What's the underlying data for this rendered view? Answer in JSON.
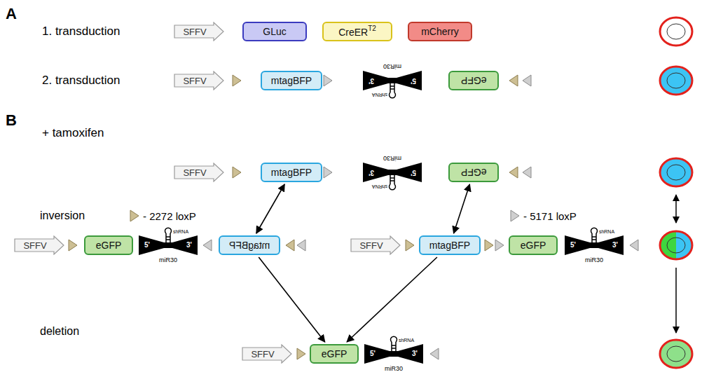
{
  "diagram": {
    "nodes": [
      {
        "text": [
          "SFFV"
        ]
      },
      {
        "text": [
          "GLuc"
        ]
      },
      {
        "text": [
          "CreER",
          "T2"
        ]
      },
      {
        "text": [
          "mCherry"
        ]
      },
      {
        "text": [
          "SFFV"
        ]
      },
      {
        "text": [
          "mtagBFP"
        ]
      },
      {
        "text": [
          "eGFP"
        ]
      },
      {
        "text": [
          "SFFV"
        ]
      },
      {
        "text": [
          "mtagBFP"
        ]
      },
      {
        "text": [
          "eGFP"
        ]
      },
      {
        "text": [
          "SFFV"
        ]
      },
      {
        "text": [
          "eGFP"
        ]
      },
      {
        "text": [
          "mtagBFP"
        ]
      },
      {
        "text": [
          "SFFV"
        ]
      },
      {
        "text": [
          "mtagBFP"
        ]
      },
      {
        "text": [
          "eGFP"
        ]
      },
      {
        "text": [
          "SFFV"
        ]
      },
      {
        "text": [
          "eGFP"
        ]
      }
    ],
    "edges": [
      {
        "from": 8,
        "to": 12,
        "arrow": "both"
      },
      {
        "from": 9,
        "to": 14,
        "arrow": "both"
      },
      {
        "from": 12,
        "to": 17,
        "arrow": "to"
      },
      {
        "from": 14,
        "to": 17,
        "arrow": "to"
      }
    ],
    "labels": [
      "A",
      "1. transduction",
      "2. transduction",
      "B",
      "+ tamoxifen",
      "inversion",
      "- 2272 loxP",
      "- 5171 loxP",
      "deletion",
      "shRNA",
      "miR30",
      "5'",
      "3'",
      "shRNA",
      "miR30",
      "5'",
      "3'",
      "shRNA",
      "miR30",
      "5'",
      "3'",
      "shRNA",
      "miR30",
      "5'",
      "3'",
      "shRNA",
      "miR30",
      "5'",
      "3'"
    ]
  }
}
